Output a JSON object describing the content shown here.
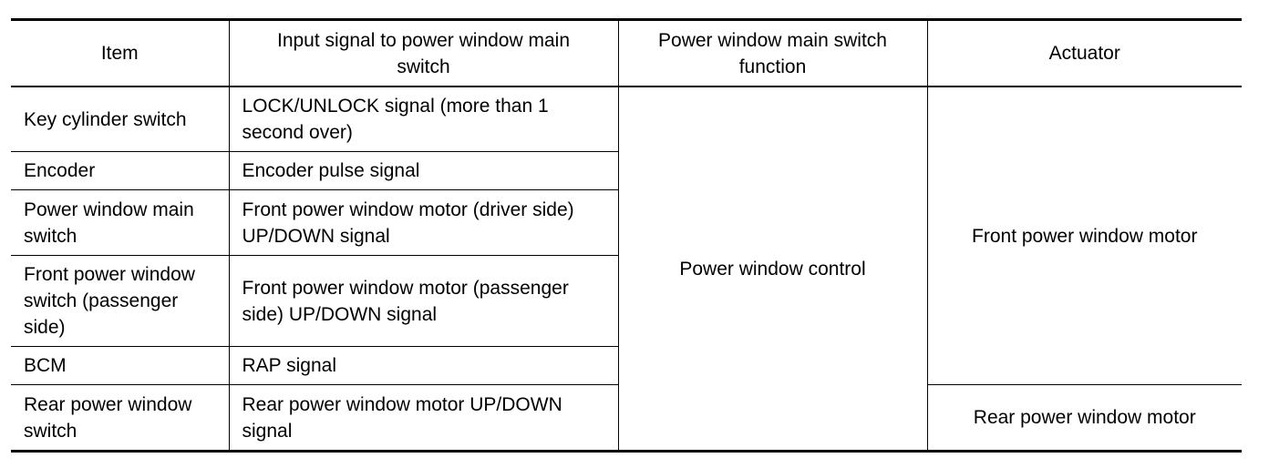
{
  "table": {
    "headers": {
      "item": "Item",
      "input": "Input signal to power window main switch",
      "function": "Power window main switch function",
      "actuator": "Actuator"
    },
    "rows": [
      {
        "item": "Key cylinder switch",
        "input": "LOCK/UNLOCK signal (more than 1 second over)"
      },
      {
        "item": "Encoder",
        "input": "Encoder pulse signal"
      },
      {
        "item": "Power window main switch",
        "input": "Front power window motor (driver side) UP/DOWN signal"
      },
      {
        "item": "Front power window switch (passenger side)",
        "input": "Front power window motor (passenger side) UP/DOWN signal"
      },
      {
        "item": "BCM",
        "input": "RAP signal"
      },
      {
        "item": "Rear power window switch",
        "input": "Rear power window motor UP/DOWN signal"
      }
    ],
    "function_value": "Power window control",
    "actuators": {
      "front": "Front power window motor",
      "rear": "Rear power window motor"
    }
  }
}
